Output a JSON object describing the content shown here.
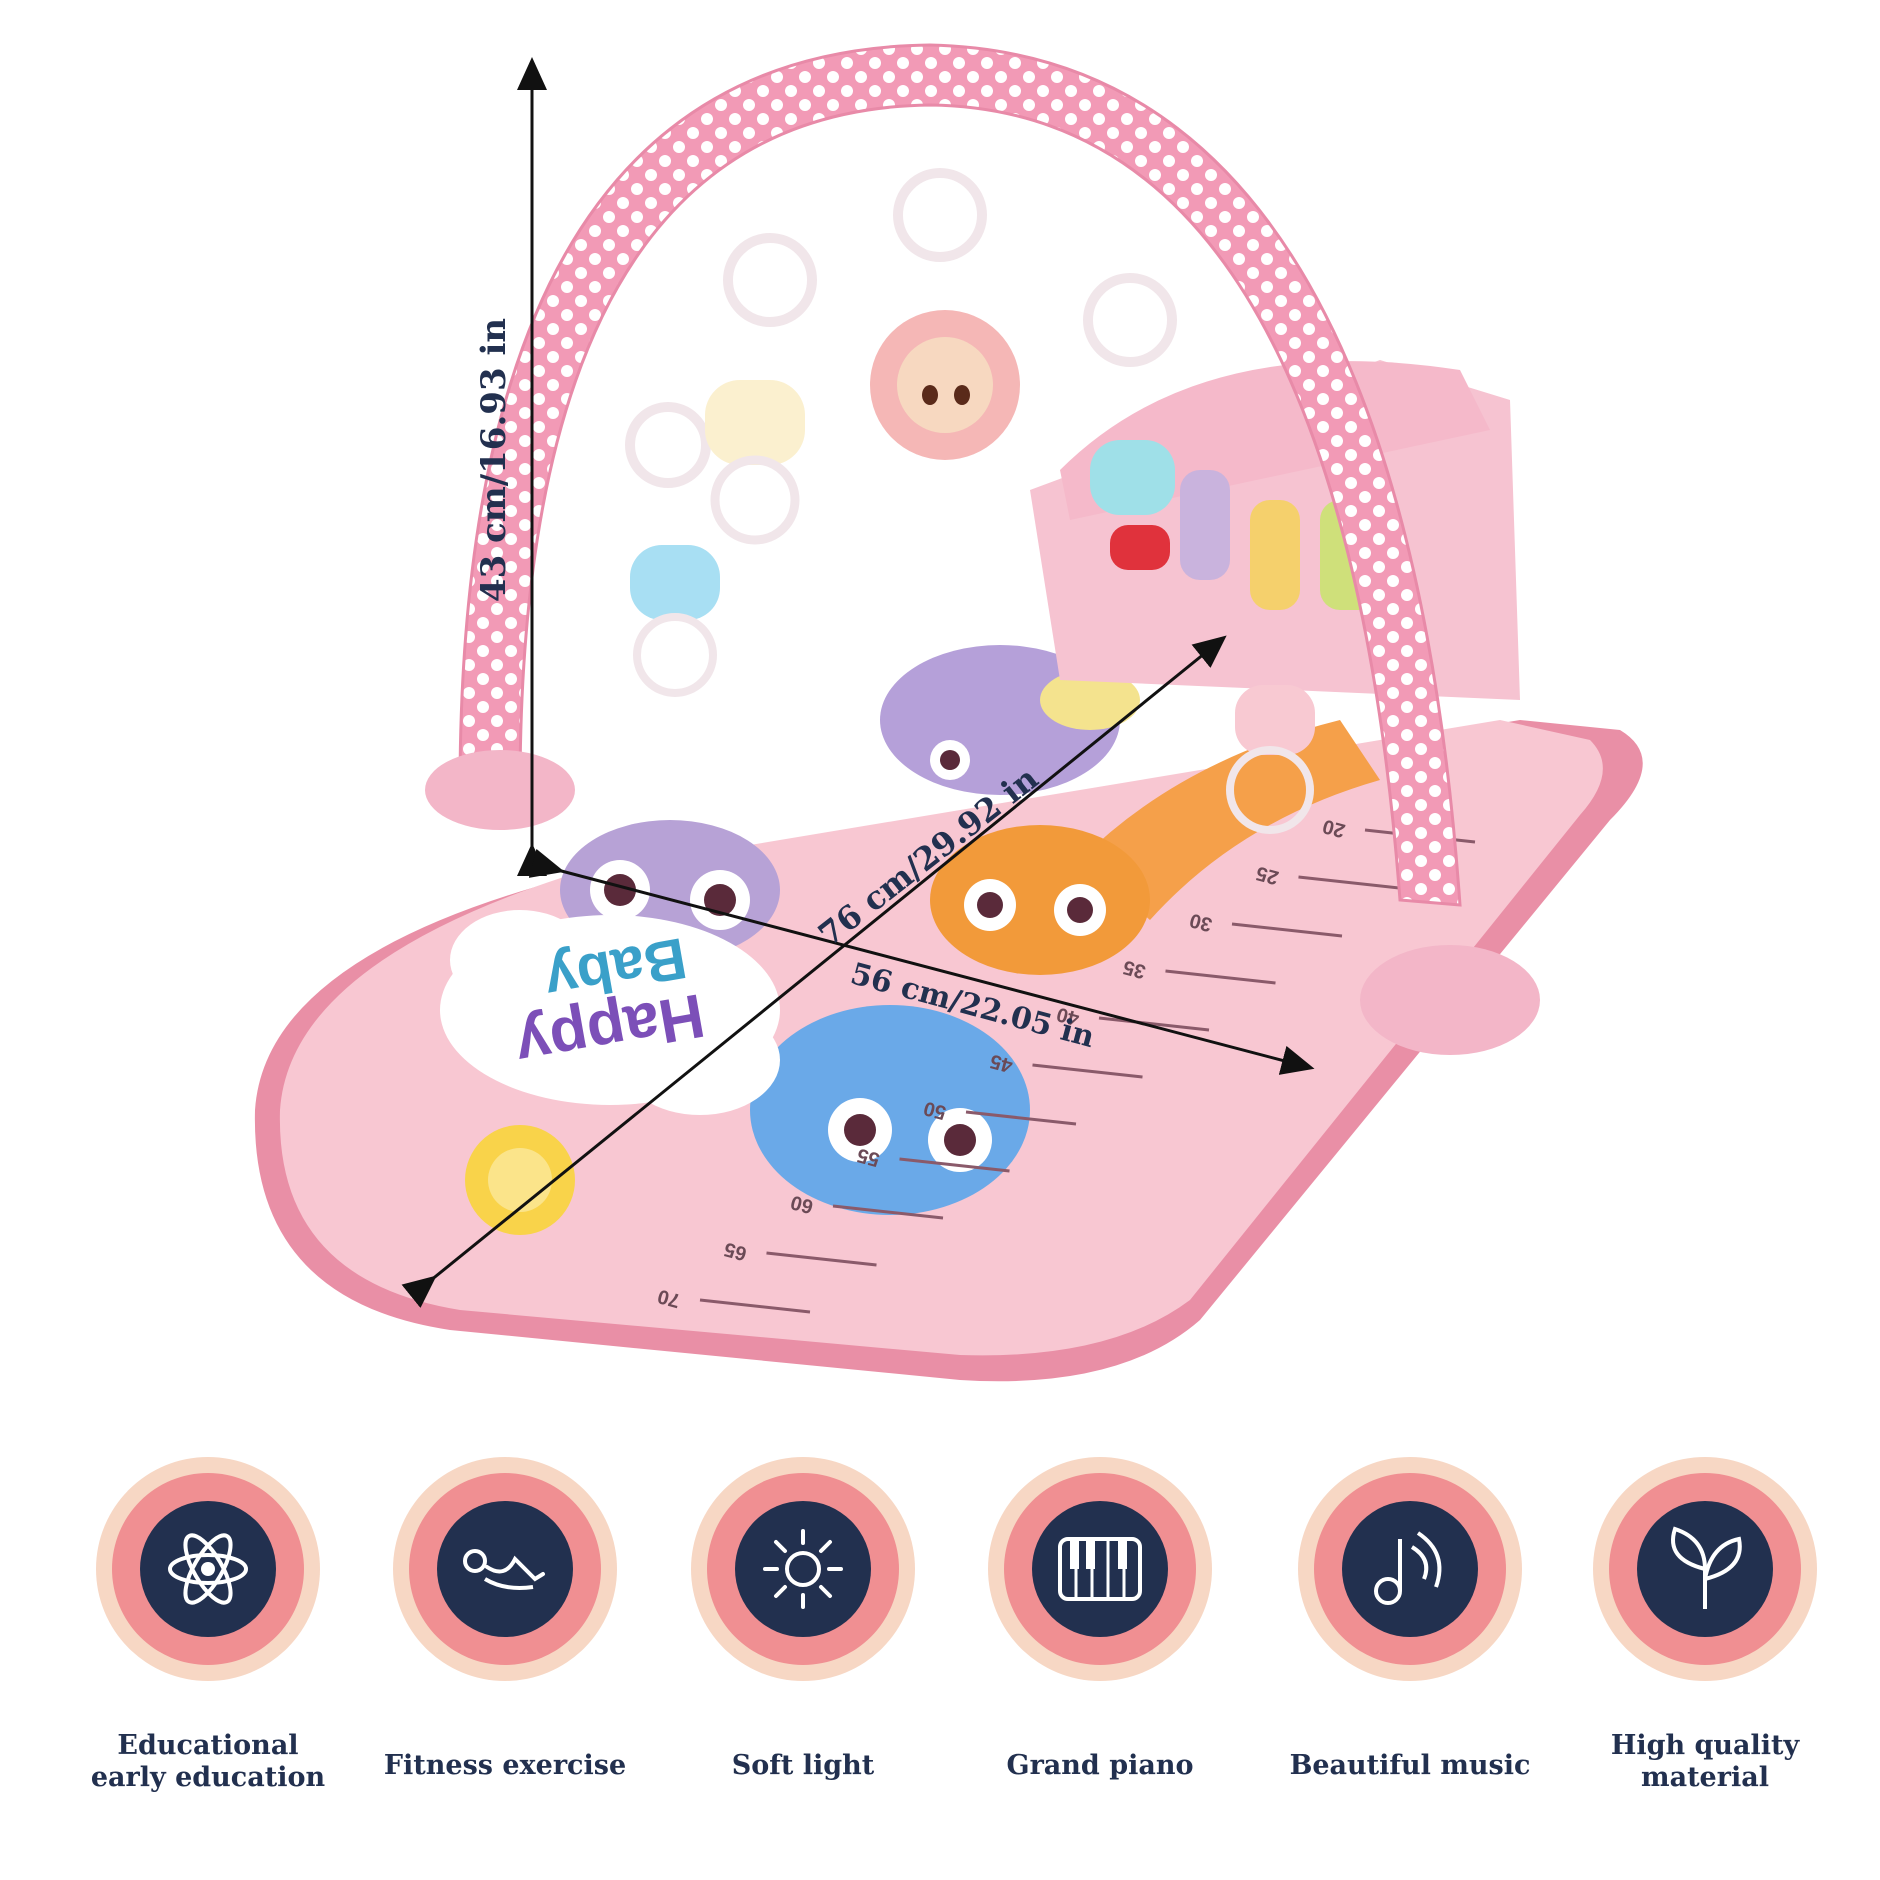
{
  "dimensions": {
    "height_label": "43 cm/16.93 in",
    "length_label": "76 cm/29.92 in",
    "width_label": "56 cm/22.05 in"
  },
  "mat": {
    "title_word_1": "Happy",
    "title_word_2": "Baby",
    "ruler_marks": [
      "20",
      "25",
      "30",
      "35",
      "40",
      "45",
      "50",
      "55",
      "60",
      "65",
      "70"
    ]
  },
  "features": [
    {
      "label": "Educational\nearly education",
      "icon": "atom-icon"
    },
    {
      "label": "Fitness exercise",
      "icon": "sit-up-icon"
    },
    {
      "label": "Soft light",
      "icon": "sun-icon"
    },
    {
      "label": "Grand piano",
      "icon": "piano-icon"
    },
    {
      "label": "Beautiful music",
      "icon": "music-note-icon"
    },
    {
      "label": "High quality\nmaterial",
      "icon": "sprout-icon"
    }
  ],
  "colors": {
    "navy": "#22304f",
    "ring_outer": "#f7d7c4",
    "ring_mid": "#f08f92",
    "mat_pink": "#f6bfca",
    "arch_pink": "#f4a6c0"
  }
}
